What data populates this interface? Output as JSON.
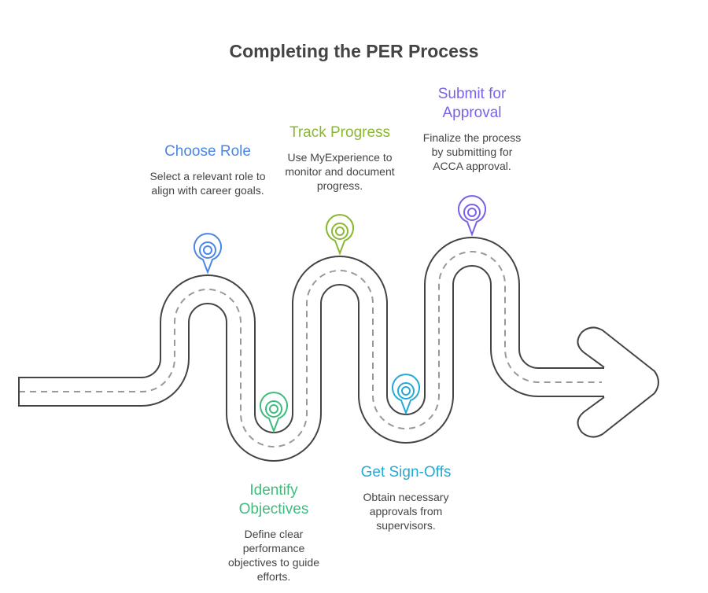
{
  "title": "Completing the PER Process",
  "steps": [
    {
      "title": "Choose Role",
      "desc": "Select a relevant role to align with career goals.",
      "color": "#4a86e8"
    },
    {
      "title": "Identify Objectives",
      "desc": "Define clear performance objectives to guide efforts.",
      "color": "#3dbd7d"
    },
    {
      "title": "Track Progress",
      "desc": "Use MyExperience to monitor and document progress.",
      "color": "#8ab833"
    },
    {
      "title": "Get Sign-Offs",
      "desc": "Obtain necessary approvals from supervisors.",
      "color": "#25a9d6"
    },
    {
      "title": "Submit for Approval",
      "desc": "Finalize the process by submitting for ACCA approval.",
      "color": "#7b61e8"
    }
  ]
}
